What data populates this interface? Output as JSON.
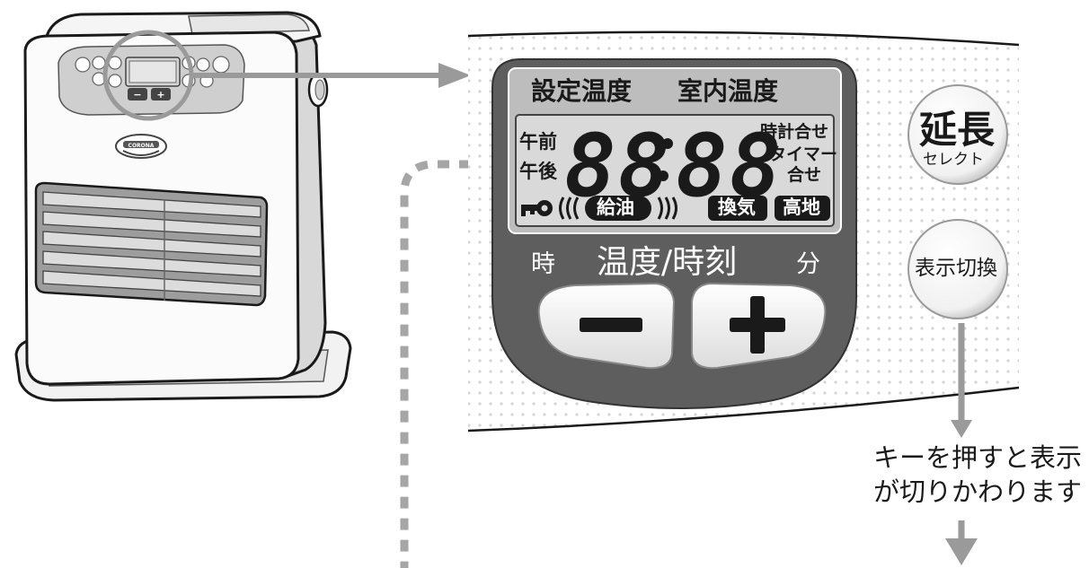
{
  "heater": {
    "brand": "CORONA"
  },
  "lcd": {
    "header_set_temp": "設定温度",
    "header_room_temp": "室内温度",
    "am": "午前",
    "pm": "午後",
    "digits_left": "88",
    "colon": ":",
    "digits_right": "88",
    "clock_set_line1": "時計合せ",
    "timer_set_line1": "タイマー",
    "timer_set_line2": "合せ",
    "refuel": "給油",
    "ventilation": "換気",
    "high_altitude": "高地",
    "lock_icon": "key-icon"
  },
  "controls": {
    "hour_label": "時",
    "temp_time_label": "温度/時刻",
    "minute_label": "分",
    "minus_symbol": "−",
    "plus_symbol": "+"
  },
  "side_buttons": {
    "extend_label": "延長",
    "select_label": "セレクト",
    "display_switch_label": "表示切換"
  },
  "note": {
    "line1": "キーを押すと表示",
    "line2": "が切りかわります"
  },
  "colors": {
    "panel_bezel": "#5e5e5e",
    "lcd_background": "#d9d9d9",
    "arrow": "#9a9a9a",
    "dotted_leader": "#a6a6a6"
  }
}
